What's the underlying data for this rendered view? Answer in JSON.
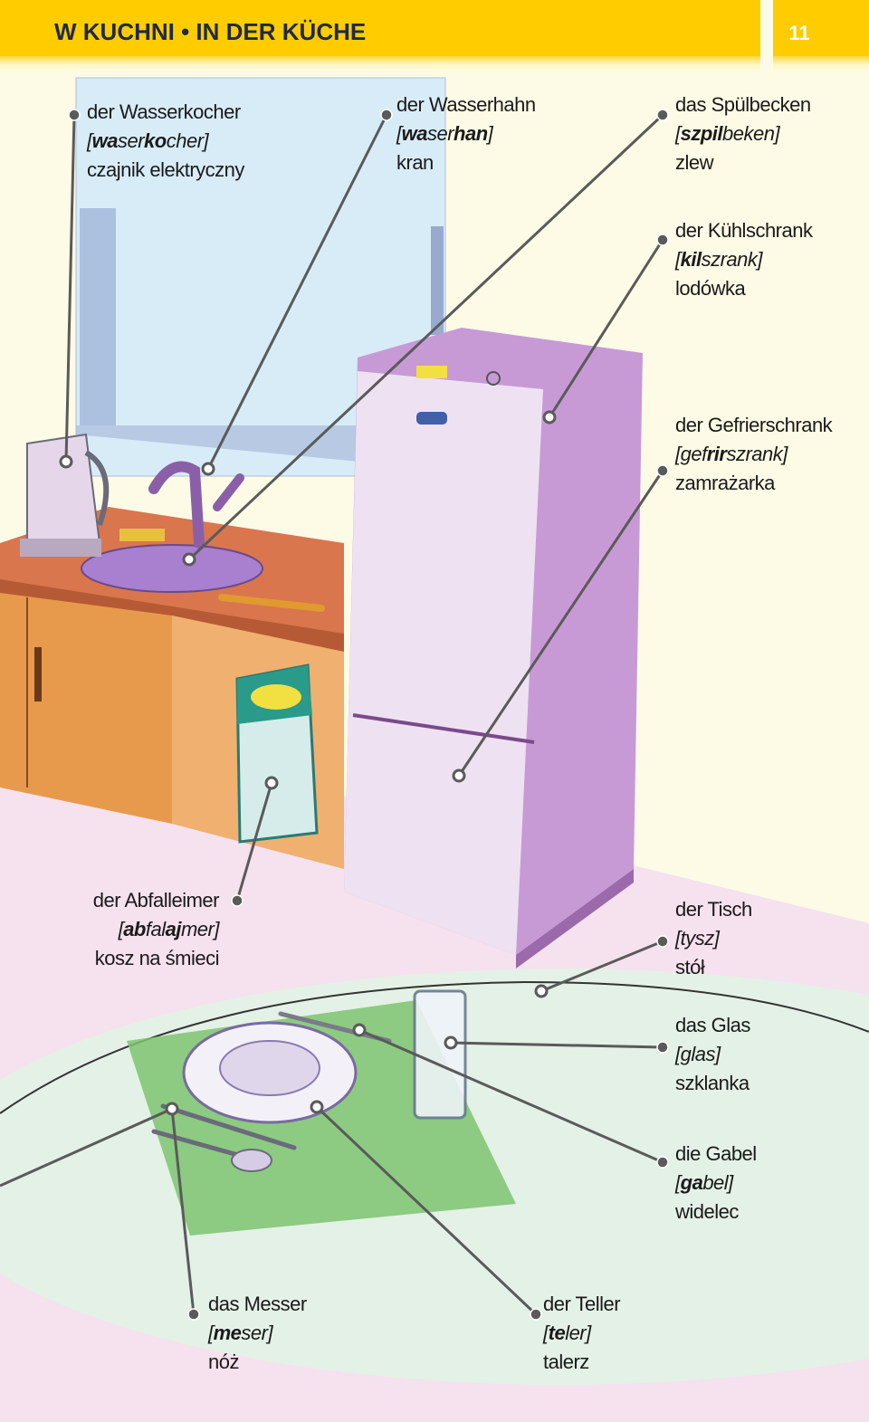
{
  "header": {
    "title": "W KUCHNI • IN DER KÜCHE",
    "page_number": "11"
  },
  "colors": {
    "header_yellow": "#ffcc00",
    "line_gray": "#5a5a5a",
    "window_blue": "#d8ecf8",
    "floor_pink": "#f6e1ee",
    "table_green": "#e4f1e6",
    "fridge_purple": "#c79ad6",
    "cabinet_orange": "#e89a4c"
  },
  "labels": [
    {
      "id": "wasserkocher",
      "de": "der Wasserkocher",
      "pron": [
        [
          "wa",
          true
        ],
        [
          "ser",
          false
        ],
        [
          "ko",
          true
        ],
        [
          "cher",
          false
        ]
      ],
      "pl": "czajnik elektryczny"
    },
    {
      "id": "wasserhahn",
      "de": "der Wasserhahn",
      "pron": [
        [
          "wa",
          true
        ],
        [
          "ser",
          false
        ],
        [
          "han",
          true
        ]
      ],
      "pl": "kran"
    },
    {
      "id": "spuelbecken",
      "de": "das Spülbecken",
      "pron": [
        [
          "szpil",
          true
        ],
        [
          "beken",
          false
        ]
      ],
      "pl": "zlew"
    },
    {
      "id": "kuehlschrank",
      "de": "der Kühlschrank",
      "pron": [
        [
          "kil",
          true
        ],
        [
          "szrank",
          false
        ]
      ],
      "pl": "lodówka"
    },
    {
      "id": "gefrierschrank",
      "de": "der Gefrierschrank",
      "pron": [
        [
          "gef",
          false
        ],
        [
          "rir",
          true
        ],
        [
          "szrank",
          false
        ]
      ],
      "pl": "zamrażarka"
    },
    {
      "id": "abfalleimer",
      "de": "der Abfalleimer",
      "pron": [
        [
          "ab",
          true
        ],
        [
          "fal",
          false
        ],
        [
          "aj",
          true
        ],
        [
          "mer",
          false
        ]
      ],
      "pl": "kosz na śmieci"
    },
    {
      "id": "tisch",
      "de": "der Tisch",
      "pron": [
        [
          "tysz",
          false
        ]
      ],
      "pl": "stół"
    },
    {
      "id": "glas",
      "de": "das Glas",
      "pron": [
        [
          "glas",
          false
        ]
      ],
      "pl": "szklanka"
    },
    {
      "id": "gabel",
      "de": "die Gabel",
      "pron": [
        [
          "ga",
          true
        ],
        [
          "bel",
          false
        ]
      ],
      "pl": "widelec"
    },
    {
      "id": "messer",
      "de": "das Messer",
      "pron": [
        [
          "me",
          true
        ],
        [
          "ser",
          false
        ]
      ],
      "pl": "nóż"
    },
    {
      "id": "teller",
      "de": "der Teller",
      "pron": [
        [
          "te",
          true
        ],
        [
          "ler",
          false
        ]
      ],
      "pl": "talerz"
    }
  ]
}
